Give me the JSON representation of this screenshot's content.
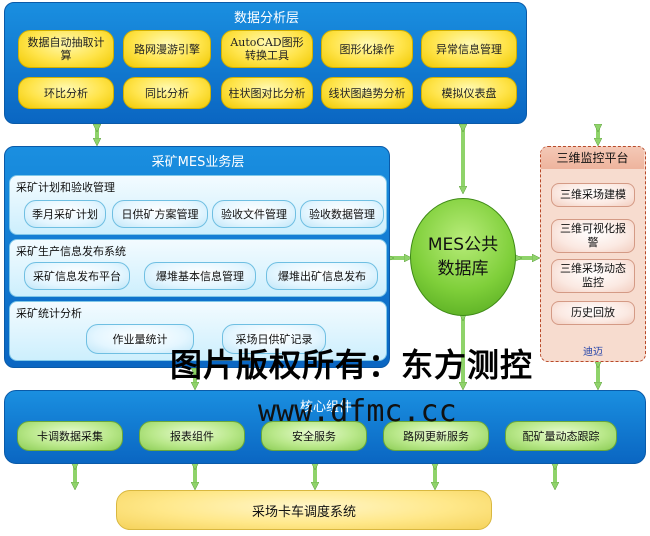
{
  "analysis_layer": {
    "title": "数据分析层",
    "row1": [
      "数据自动抽取计算",
      "路网漫游引擎",
      "AutoCAD图形转换工具",
      "图形化操作",
      "异常信息管理"
    ],
    "row2": [
      "环比分析",
      "同比分析",
      "柱状图对比分析",
      "线状图趋势分析",
      "模拟仪表盘"
    ]
  },
  "mes_layer": {
    "title": "采矿MES业务层",
    "groups": [
      {
        "title": "采矿计划和验收管理",
        "items": [
          "季月采矿计划",
          "日供矿方案管理",
          "验收文件管理",
          "验收数据管理"
        ]
      },
      {
        "title": "采矿生产信息发布系统",
        "items": [
          "采矿信息发布平台",
          "爆堆基本信息管理",
          "爆堆出矿信息发布"
        ]
      },
      {
        "title": "采矿统计分析",
        "items": [
          "作业量统计",
          "采场日供矿记录"
        ]
      }
    ]
  },
  "database": {
    "line1": "MES公共",
    "line2": "数据库"
  },
  "monitor_platform": {
    "title": "三维监控平台",
    "items": [
      "三维采场建模",
      "三维可视化报警",
      "三维采场动态监控",
      "历史回放"
    ],
    "link": "迪迈"
  },
  "core_layer": {
    "title": "核心组件",
    "items": [
      "卡调数据采集",
      "报表组件",
      "安全服务",
      "路网更新服务",
      "配矿量动态跟踪"
    ]
  },
  "truck_system": {
    "label": "采场卡车调度系统"
  },
  "watermark": {
    "text": "图片版权所有：东方测控",
    "url": "www.dfmc.cc"
  },
  "colors": {
    "layer_blue": "#0a66c2",
    "yellow": "#ffe44a",
    "green": "#7fcf3a",
    "arrow": "#8fd36a",
    "monitor_border": "#b84a2a"
  }
}
